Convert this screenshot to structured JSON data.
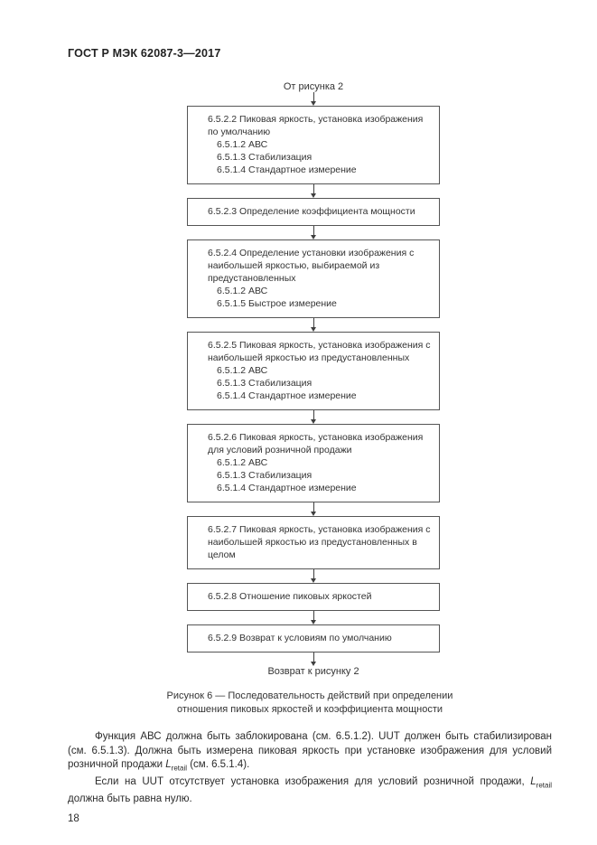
{
  "header": {
    "title": "ГОСТ Р МЭК 62087-3—2017"
  },
  "flowchart": {
    "entry_label": "От рисунка 2",
    "exit_label": "Возврат к рисунку 2",
    "nodes": [
      {
        "title": "6.5.2.2 Пиковая яркость, установка изображения по умолчанию",
        "items": [
          "6.5.1.2 АВС",
          "6.5.1.3 Стабилизация",
          "6.5.1.4 Стандартное измерение"
        ]
      },
      {
        "title": "6.5.2.3 Определение коэффициента мощности",
        "items": []
      },
      {
        "title": "6.5.2.4 Определение установки изображения с наибольшей яркостью, выбираемой из предустановленных",
        "items": [
          "6.5.1.2 АВС",
          "6.5.1.5 Быстрое измерение"
        ]
      },
      {
        "title": "6.5.2.5 Пиковая яркость, установка изображения с наибольшей яркостью из предустановленных",
        "items": [
          "6.5.1.2 АВС",
          "6.5.1.3 Стабилизация",
          "6.5.1.4 Стандартное измерение"
        ]
      },
      {
        "title": "6.5.2.6 Пиковая яркость, установка изображения для условий розничной продажи",
        "items": [
          "6.5.1.2 АВС",
          "6.5.1.3 Стабилизация",
          "6.5.1.4 Стандартное измерение"
        ]
      },
      {
        "title": "6.5.2.7 Пиковая яркость, установка изображения с наибольшей яркостью  из предустановленных в целом",
        "items": []
      },
      {
        "title": "6.5.2.8 Отношение пиковых яркостей",
        "items": []
      },
      {
        "title": "6.5.2.9 Возврат к условиям по умолчанию",
        "items": []
      }
    ]
  },
  "figure_caption": "Рисунок 6 — Последовательность действий при определении отношения пиковых яркостей и коэффициента мощности",
  "paragraphs": {
    "p1": {
      "text_before": "Функция АВС должна быть заблокирована (см. 6.5.1.2). UUT должен быть стабилизирован (см. 6.5.1.3). Должна быть измерена пиковая яркость при установке изображения для условий розничной продажи ",
      "l_symbol": "L",
      "l_sub": "retail",
      "text_after": " (см. 6.5.1.4)."
    },
    "p2": {
      "text_before": "Если на UUT отсутствует установка изображения для условий розничной продажи, ",
      "l_symbol": "L",
      "l_sub": "retail",
      "text_after": " должна быть равна нулю."
    }
  },
  "page_number": "18"
}
